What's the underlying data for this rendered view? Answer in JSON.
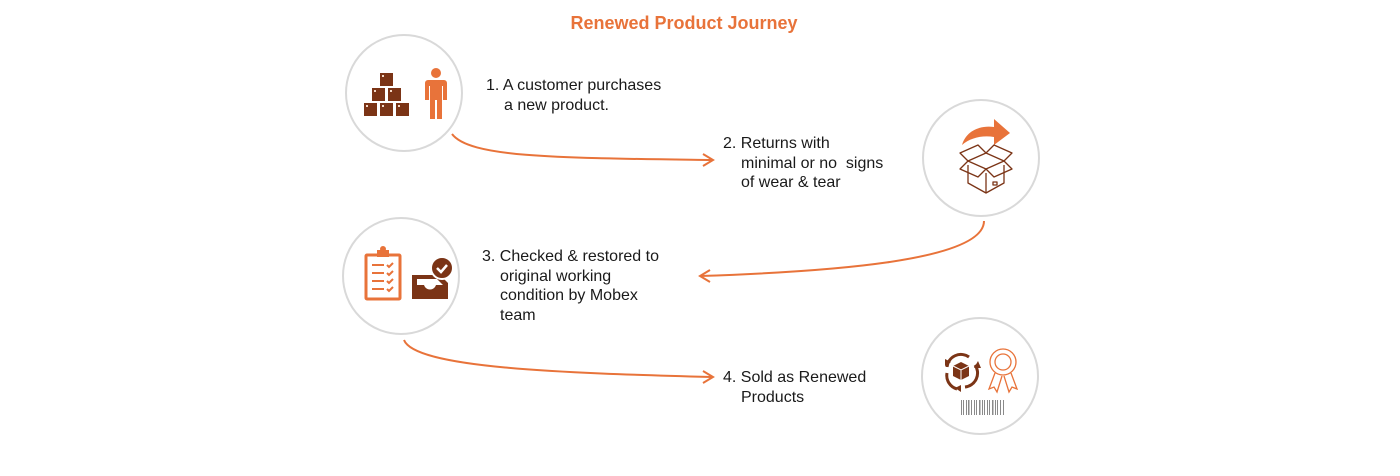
{
  "title": "Renewed Product Journey",
  "colors": {
    "accent": "#e8733a",
    "brown": "#7b3416",
    "ring": "#d9d9d9",
    "text": "#1a1a1a"
  },
  "steps": [
    {
      "number": "1.",
      "line1": "A customer purchases",
      "rest": [
        "a new product."
      ],
      "icons": [
        "stacked-boxes-icon",
        "person-icon"
      ]
    },
    {
      "number": "2.",
      "line1": "Returns with",
      "rest": [
        "minimal or no  signs",
        "of wear & tear"
      ],
      "icons": [
        "return-arrow-icon",
        "open-box-icon"
      ]
    },
    {
      "number": "3.",
      "line1": "Checked & restored to",
      "rest": [
        "original working",
        "condition by Mobex",
        "team"
      ],
      "icons": [
        "checklist-clipboard-icon",
        "inbox-check-icon"
      ]
    },
    {
      "number": "4.",
      "line1": "Sold as Renewed",
      "rest": [
        "Products"
      ],
      "icons": [
        "recycle-box-icon",
        "award-ribbon-icon",
        "barcode-icon"
      ]
    }
  ]
}
